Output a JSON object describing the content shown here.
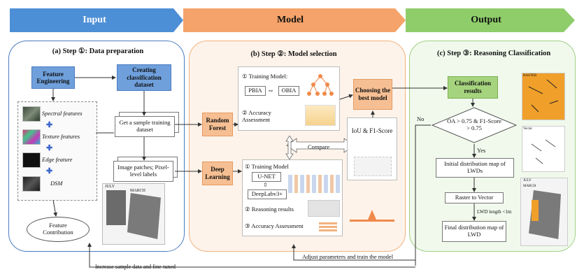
{
  "banners": {
    "input": "Input",
    "model": "Model",
    "output": "Output"
  },
  "step1": {
    "title": "(a) Step ①: Data preparation",
    "feature_engineering": "Feature Engineering",
    "creating_dataset": "Creating classification dataset",
    "features": [
      "Spectral features",
      "Texture features",
      "Edge feature",
      "DSM"
    ],
    "feature_contribution": "Feature Contribution",
    "sample_dataset": "Get a sample training dataset",
    "image_patches": "Image patches; Pixel-level labels",
    "map_label_1": "JULY",
    "map_label_2": "MARCH"
  },
  "step2": {
    "title": "(b) Step ②: Model selection",
    "rf_training": "① Training Model:",
    "pbia": "PBIA",
    "obia": "OBIA",
    "rf_accuracy": "② Accuracy Assessment",
    "random_forest": "Random Forest",
    "deep_learning": "Deep Learning",
    "dl_training": "① Training Model",
    "unet": "U-NET",
    "deeplab": "DeepLabv3+",
    "reasoning": "② Reasoning results",
    "dl_accuracy": "③ Accuracy Assessment",
    "compare": "Compare",
    "choosing": "Choosing the best model",
    "iou": "IoU & F1-Score"
  },
  "step3": {
    "title": "(c) Step ③: Reasoning Classification",
    "classification_results": "Classification results",
    "condition": "OA > 0.75 & F1-Score > 0.75",
    "no": "No",
    "yes": "Yes",
    "initial_map": "Initial distribution map of LWDs",
    "raster": "Raster to Vector",
    "lwd_length": "LWD length <1m",
    "final_map": "Final distribution map of LWD",
    "map_label_raster": "RASTER",
    "map_label_vector": "Vector",
    "map_label_july": "JULY",
    "map_label_march": "MARCH"
  },
  "feedback": {
    "adjust": "Adjust parameters and train the model",
    "increase": "Increase sample data and fine-tuned"
  },
  "colors": {
    "input": "#4d8fd6",
    "model": "#f5a36a",
    "output": "#8fcd6a"
  }
}
